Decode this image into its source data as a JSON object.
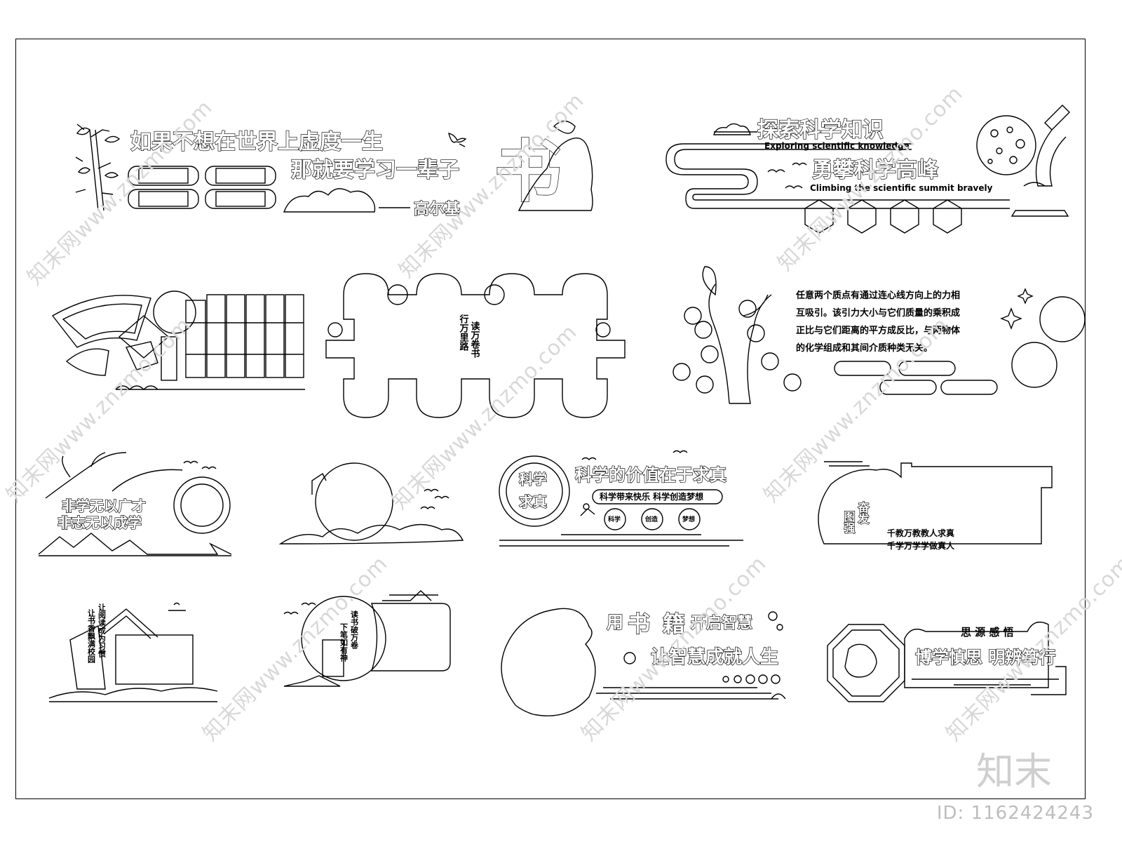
{
  "watermark": {
    "text": "知末网www.znzmo.com",
    "brand": "知末",
    "image_id": "ID: 1162424243"
  },
  "panels": {
    "p1": {
      "line1": "如果不想在世界上虚度一生",
      "line2": "那就要学习一辈子",
      "line3": "高尔基",
      "book_char": "书"
    },
    "p2": {
      "title": "探索科学知识",
      "title_en": "Exploring scientific knowledge",
      "subtitle": "勇攀科学高峰",
      "subtitle_en": "Climbing the scientific summit bravely"
    },
    "p5": {
      "col1": "读万卷书",
      "col2": "行万里路"
    },
    "p6": {
      "line1": "任意两个质点有通过连心线方向上的力相",
      "line2": "互吸引。该引力大小与它们质量的乘积成",
      "line3": "正比与它们距离的平方成反比，与两物体",
      "line4": "的化学组成和其间介质种类无关。"
    },
    "p7": {
      "line1": "非学无以广才",
      "line2": "非志无以成学"
    },
    "p9": {
      "badge1": "科学",
      "badge2": "求真",
      "title": "科学的价值在于求真",
      "subtitle": "科学带来快乐 科学创造梦想",
      "c1": "科学",
      "c2": "创造",
      "c3": "梦想"
    },
    "p10": {
      "v1": "奋发",
      "v2": "图强",
      "line1": "千教万教教人求真",
      "line2": "千学万学学做真人"
    },
    "p11": {
      "line1": "让阅读成为习惯",
      "line2": "让书香飘满校园"
    },
    "p12": {
      "line1": "读书破万卷",
      "line2": "下笔如有神"
    },
    "p13": {
      "line1": "用",
      "line1b": "书",
      "line1c": "籍",
      "line1d": "开启智慧",
      "line2": "让智慧成就人生"
    },
    "p14": {
      "top": "思 源 感 悟",
      "main": "博学慎思 明辨笃行"
    }
  }
}
